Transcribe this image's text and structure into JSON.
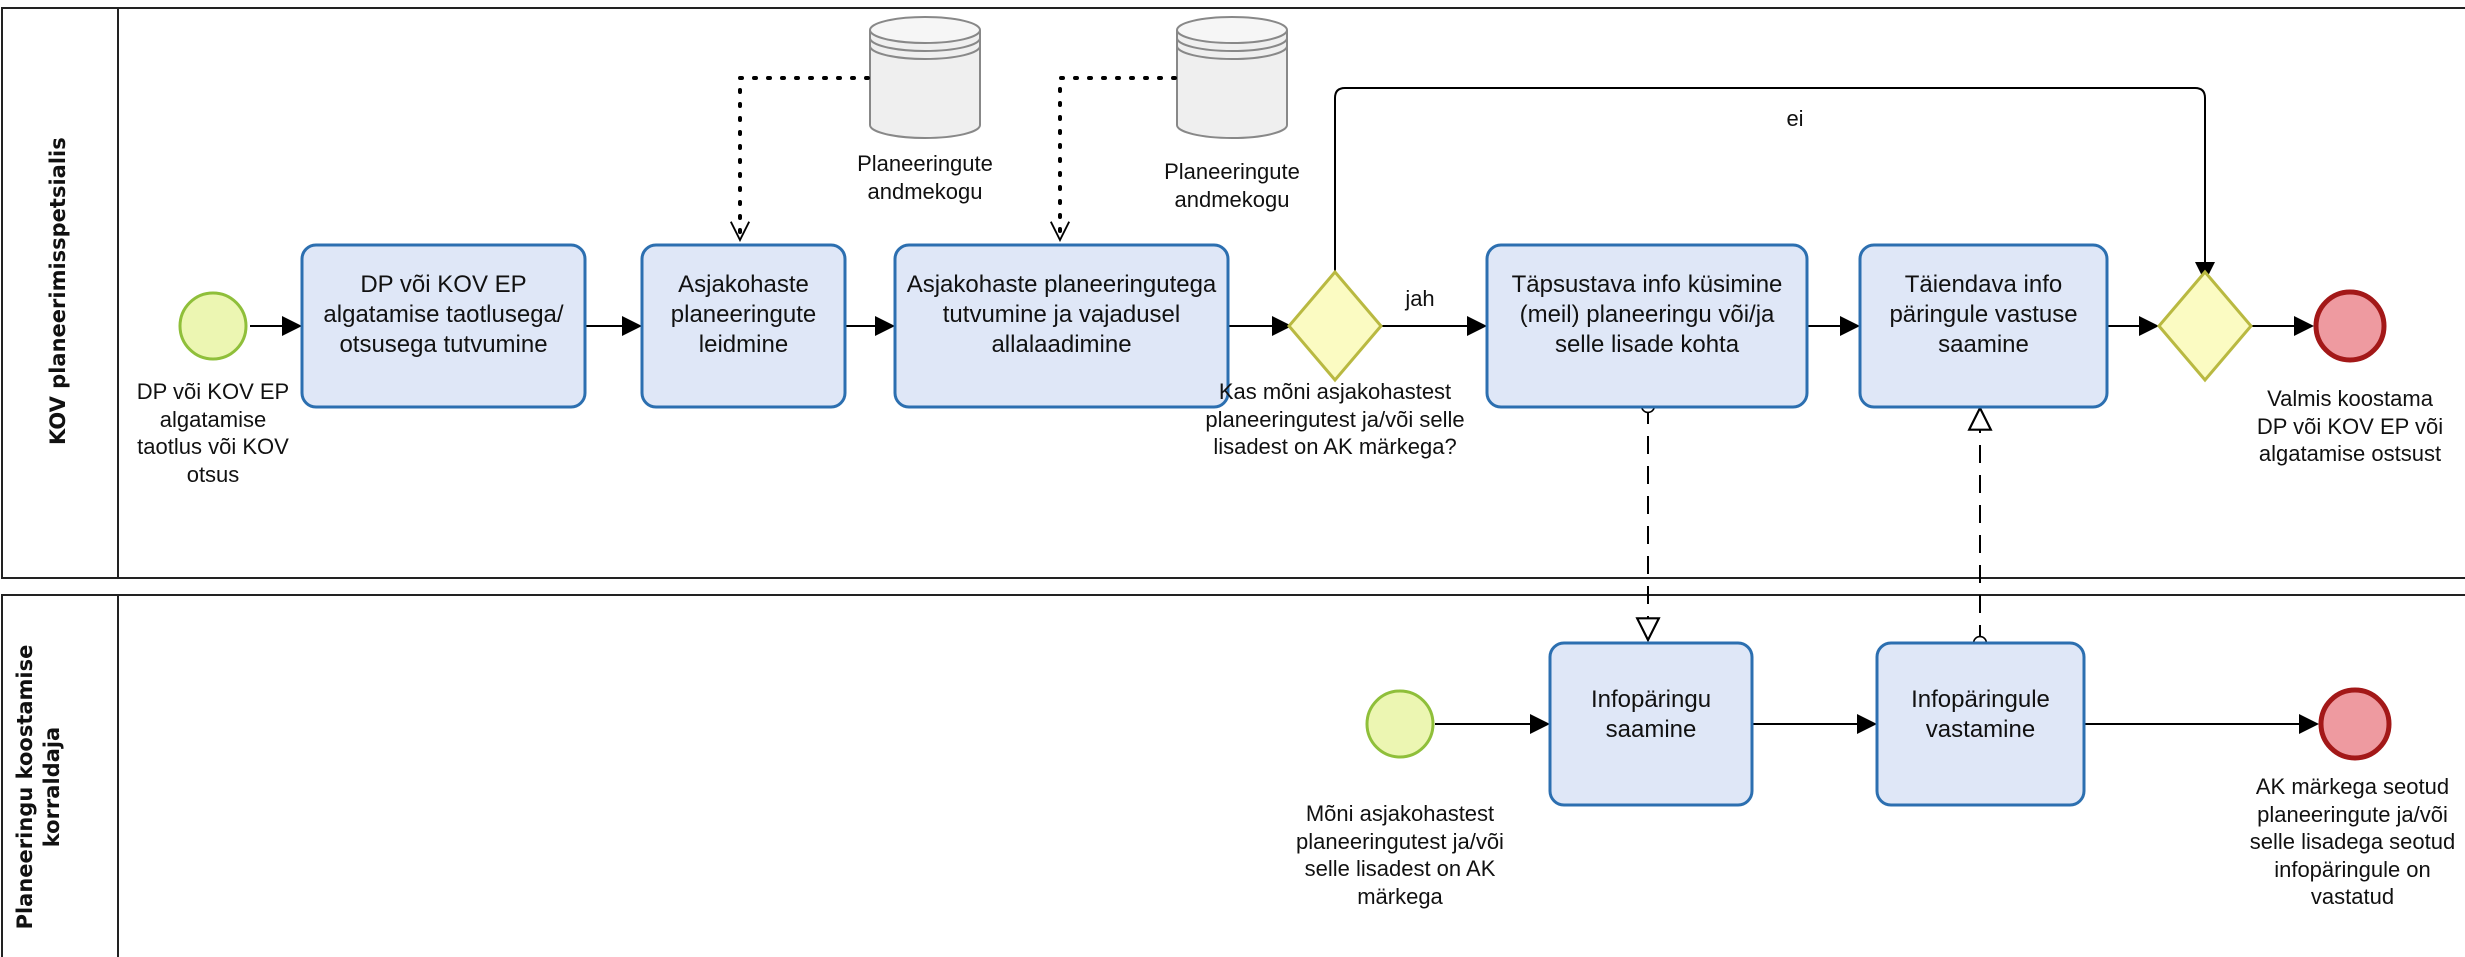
{
  "lanes": [
    {
      "title": "KOV planeerimisspetsialis"
    },
    {
      "title_line1": "Planeeringu koostamise",
      "title_line2": "korraldaja"
    }
  ],
  "start_events": {
    "top": "DP või KOV EP algatamise taotlus või KOV otsus",
    "bottom": "Mõni asjakohastest planeeringutest ja/või selle lisadest on AK märkega"
  },
  "tasks": {
    "t1": "DP või KOV EP algatamise taotlusega/ otsusega tutvumine",
    "t2": "Asjakohaste planeeringute leidmine",
    "t3": "Asjakohaste planeeringutega tutvumine ja vajadusel allalaadimine",
    "t4": "Täpsustava info küsimine (meil) planeeringu või/ja selle lisade kohta",
    "t5": "Täiendava info päringule vastuse saamine",
    "t6": "Infopäringu saamine",
    "t7": "Infopäringule vastamine"
  },
  "datastores": {
    "ds1": "Planeeringute andmekogu",
    "ds2": "Planeeringute andmekogu"
  },
  "gateway_question": "Kas mõni asjakohastest planeeringutest ja/või selle lisadest on AK märkega?",
  "flow_labels": {
    "yes": "jah",
    "no": "ei"
  },
  "end_events": {
    "top": "Valmis koostama DP või KOV EP või algatamise ostsust",
    "bottom": "AK märkega seotud planeeringute ja/või selle lisadega seotud infopäringule on vastatud"
  },
  "colors": {
    "task_fill": "#dfe7f7",
    "task_stroke": "#2c6fb0",
    "start_fill": "#ecf6b2",
    "start_stroke": "#8fbf3a",
    "end_fill": "#ee9aa0",
    "end_stroke": "#a31818",
    "gateway_fill": "#fbfbc2",
    "gateway_stroke": "#b9b941"
  }
}
